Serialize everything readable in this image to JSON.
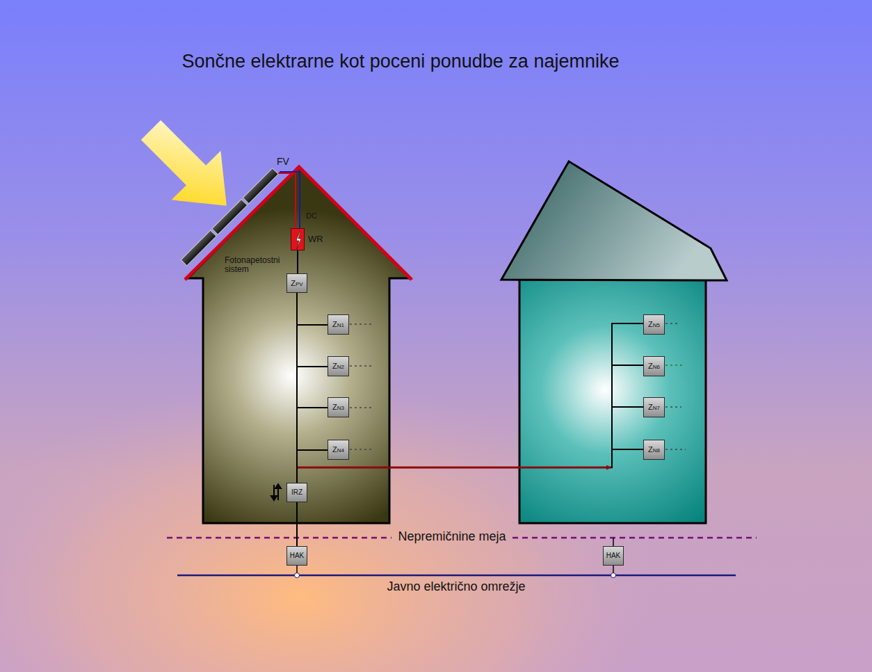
{
  "diagram": {
    "title": "Sončne elektrarne kot poceni ponudbe za najemnike",
    "nodes": [
      {
        "text": [
          "WR"
        ]
      },
      {
        "text": [
          "ZPV"
        ]
      },
      {
        "text": [
          "ZN1"
        ]
      },
      {
        "text": [
          "ZN2"
        ]
      },
      {
        "text": [
          "ZN3"
        ]
      },
      {
        "text": [
          "ZN4"
        ]
      },
      {
        "text": [
          "ZN5"
        ]
      },
      {
        "text": [
          "ZN6"
        ]
      },
      {
        "text": [
          "ZN7"
        ]
      },
      {
        "text": [
          "ZN8"
        ]
      },
      {
        "text": [
          "IRZ"
        ]
      },
      {
        "text": [
          "HAK"
        ]
      },
      {
        "text": [
          "HAK"
        ]
      }
    ],
    "edges": [
      {
        "from": 0,
        "to": 1,
        "arrow": "none"
      },
      {
        "from": 1,
        "to": 2,
        "arrow": "none"
      },
      {
        "from": 1,
        "to": 3,
        "arrow": "none"
      },
      {
        "from": 1,
        "to": 4,
        "arrow": "none"
      },
      {
        "from": 1,
        "to": 5,
        "arrow": "none"
      },
      {
        "from": 1,
        "to": 10,
        "arrow": "none"
      },
      {
        "from": 10,
        "to": 11,
        "arrow": "none"
      }
    ],
    "labels": [
      "FV",
      "DC",
      "Fotonapetostni sistem",
      "Nepremičnine meja",
      "Javno električno omrežje"
    ]
  }
}
